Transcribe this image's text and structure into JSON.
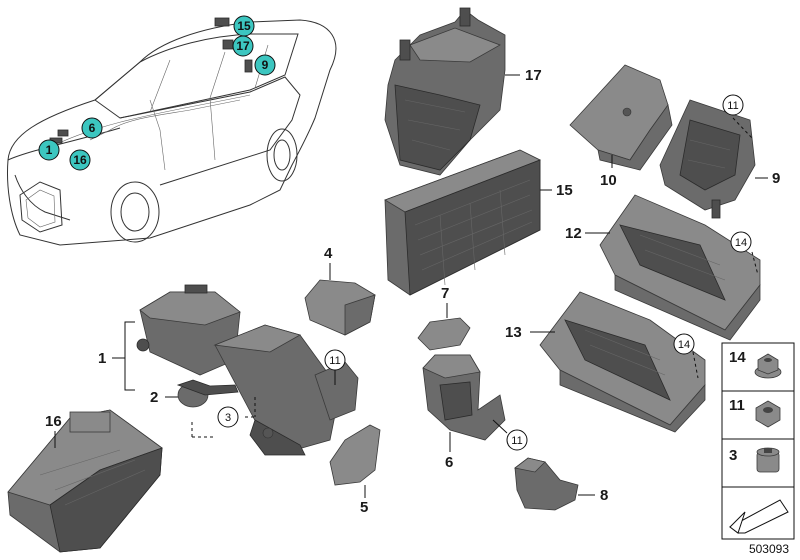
{
  "diagram_id": "503093",
  "car_callouts": [
    {
      "label": "15"
    },
    {
      "label": "17"
    },
    {
      "label": "9"
    },
    {
      "label": "6"
    },
    {
      "label": "1"
    },
    {
      "label": "16"
    }
  ],
  "part_labels": {
    "p17": "17",
    "p15": "15",
    "p10": "10",
    "p9": "9",
    "p11a": "11",
    "p12": "12",
    "p14a": "14",
    "p13": "13",
    "p14b": "14",
    "p4": "4",
    "p7": "7",
    "p1": "1",
    "p2": "2",
    "p3": "3",
    "p11b": "11",
    "p11c": "11",
    "p6": "6",
    "p5": "5",
    "p8": "8",
    "p16": "16"
  },
  "legend": [
    {
      "label": "14"
    },
    {
      "label": "11"
    },
    {
      "label": "3"
    }
  ]
}
